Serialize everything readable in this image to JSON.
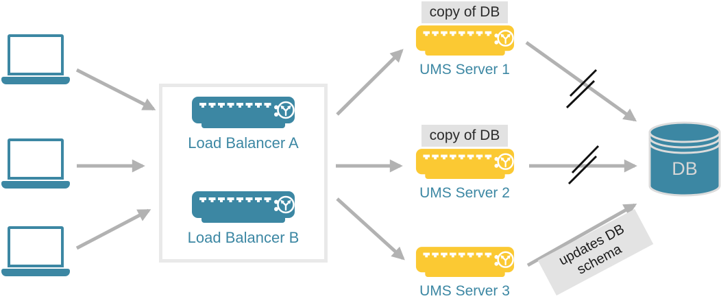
{
  "colors": {
    "node_teal": "#3c87a3",
    "node_yellow": "#fbc933",
    "arrow_gray": "#b2b2b2",
    "group_box_border": "#e9e9e9",
    "annotation_bg": "#e2e2e2",
    "annotation_text": "#1a1a1a",
    "break_slash": "#111111",
    "db_outline": "#dcdcdc"
  },
  "clients": [
    {
      "icon": "laptop-icon"
    },
    {
      "icon": "laptop-icon"
    },
    {
      "icon": "laptop-icon"
    }
  ],
  "load_balancer_box": {
    "items": [
      {
        "label": "Load Balancer A",
        "icon": "load-balancer-icon"
      },
      {
        "label": "Load Balancer B",
        "icon": "load-balancer-icon"
      }
    ]
  },
  "ums_servers": [
    {
      "label": "UMS Server 1",
      "badge": "copy of DB",
      "icon": "server-icon"
    },
    {
      "label": "UMS Server 2",
      "badge": "copy of DB",
      "icon": "server-icon"
    },
    {
      "label": "UMS Server 3",
      "icon": "server-icon"
    }
  ],
  "database": {
    "label": "DB",
    "icon": "database-cylinder-icon"
  },
  "note": {
    "line1": "updates DB",
    "line2": "schema"
  }
}
